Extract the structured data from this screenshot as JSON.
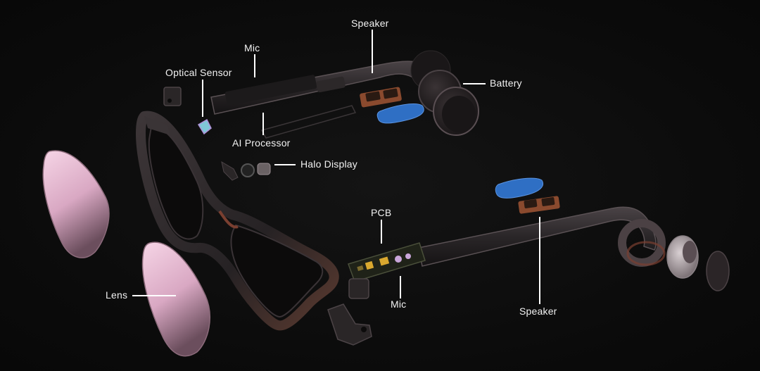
{
  "labels": {
    "speaker_top": "Speaker",
    "mic_top": "Mic",
    "optical_sensor": "Optical Sensor",
    "battery": "Battery",
    "ai_processor": "AI Processor",
    "halo_display": "Halo Display",
    "pcb": "PCB",
    "mic_bottom": "Mic",
    "speaker_bottom": "Speaker",
    "lens": "Lens"
  },
  "colors": {
    "background": "#0d0d0d",
    "label_text": "#f2f2f2",
    "leader_line": "#ffffff",
    "frame": "#2e2a2c",
    "lens_tint": "#f1c7dc",
    "accent_blue": "#2f6fc4",
    "speaker_copper": "#8a4a2e",
    "pcb_green": "#2b3a1e"
  }
}
